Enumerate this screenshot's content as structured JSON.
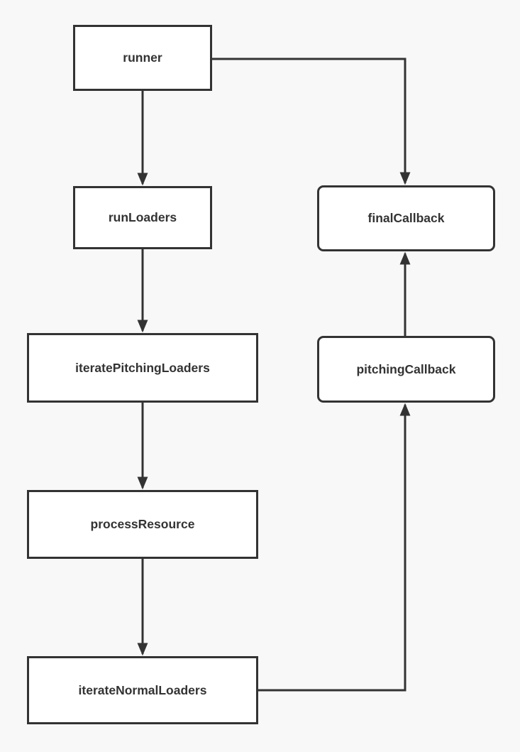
{
  "canvas": {
    "background": "#f8f8f8",
    "node_fill": "#ffffff",
    "stroke_color": "#333333",
    "text_color": "#333333"
  },
  "nodes": [
    {
      "id": "runner",
      "label": "runner",
      "shape": "rectangle"
    },
    {
      "id": "runLoaders",
      "label": "runLoaders",
      "shape": "rectangle"
    },
    {
      "id": "iteratePitchingLoaders",
      "label": "iteratePitchingLoaders",
      "shape": "rectangle"
    },
    {
      "id": "processResource",
      "label": "processResource",
      "shape": "rectangle"
    },
    {
      "id": "iterateNormalLoaders",
      "label": "iterateNormalLoaders",
      "shape": "rectangle"
    },
    {
      "id": "finalCallback",
      "label": "finalCallback",
      "shape": "rounded-rectangle"
    },
    {
      "id": "pitchingCallback",
      "label": "pitchingCallback",
      "shape": "rounded-rectangle"
    }
  ],
  "edges": [
    {
      "from": "runner",
      "to": "runLoaders",
      "direction": "down"
    },
    {
      "from": "runner",
      "to": "finalCallback",
      "direction": "right-then-down"
    },
    {
      "from": "runLoaders",
      "to": "iteratePitchingLoaders",
      "direction": "down"
    },
    {
      "from": "iteratePitchingLoaders",
      "to": "processResource",
      "direction": "down"
    },
    {
      "from": "processResource",
      "to": "iterateNormalLoaders",
      "direction": "down"
    },
    {
      "from": "iterateNormalLoaders",
      "to": "pitchingCallback",
      "direction": "right-then-up"
    },
    {
      "from": "pitchingCallback",
      "to": "finalCallback",
      "direction": "up"
    }
  ]
}
